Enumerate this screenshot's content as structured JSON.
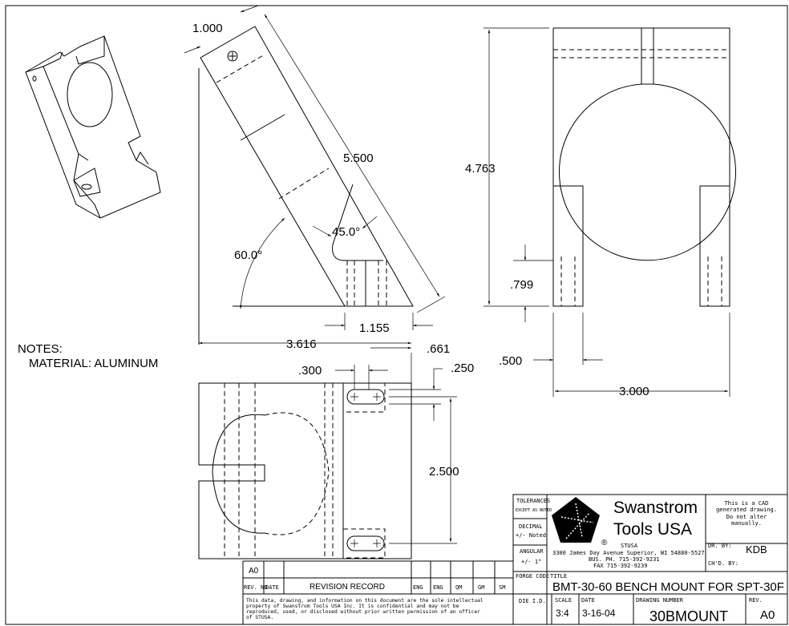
{
  "dimensions": {
    "d1000": "1.000",
    "d5500": "5.500",
    "d4763": "4.763",
    "d450": "45.0°",
    "d600": "60.0°",
    "d1155": "1.155",
    "d3616": "3.616",
    "d661": ".661",
    "d300": ".300",
    "d250": ".250",
    "d799": ".799",
    "d500": ".500",
    "d3000": "3.000",
    "d2500": "2.500"
  },
  "notes": {
    "heading": "NOTES:",
    "material": "MATERIAL: ALUMINUM"
  },
  "title_block": {
    "tolerances": "TOLERANCES",
    "tolerances_sub": "EXCEPT AS NOTED",
    "decimal": "DECIMAL",
    "decimal_val": "+/- Noted",
    "angular": "ANGULAR",
    "angular_val": "+/- 1°",
    "company_line1": "Swanstrom",
    "company_line2": "Tools USA",
    "registered": "®",
    "abbrev": "STUSA",
    "address": "3300 James Day Avenue Superior, WI 54880-5527",
    "phone": "BUS. PH. 715-392-9231",
    "fax": "FAX 715-392-9239",
    "cad_note": [
      "This is a CAD",
      "generated drawing.",
      "Do not alter",
      "manually."
    ],
    "dr_by_label": "DR. BY:",
    "dr_by": "KDB",
    "chd_by_label": "CH'D. BY:",
    "forge_code": "FORGE CODE",
    "title_label": "TITLE",
    "title": "BMT-30-60 BENCH MOUNT FOR SPT-30F",
    "die_id": "DIE I.D.",
    "scale_label": "SCALE",
    "scale": "3:4",
    "date_label": "DATE",
    "date": "3-16-04",
    "drawing_number_label": "DRAWING NUMBER",
    "drawing_number": "30BMOUNT",
    "rev_label": "REV.",
    "rev": "A0"
  },
  "revision_block": {
    "rev_entry": "A0",
    "headers": [
      "REV. NO",
      "DATE",
      "REVISION RECORD",
      "ENG",
      "ENG",
      "QM",
      "GM",
      "SM"
    ],
    "confidential": [
      "This data, drawing, and information on this document are the sole intellectual",
      "property of Swanstrom Tools USA Inc. It is confidential and may not be",
      "reproduced, used, or disclosed without prior written permission of an officer",
      "of STUSA."
    ]
  }
}
